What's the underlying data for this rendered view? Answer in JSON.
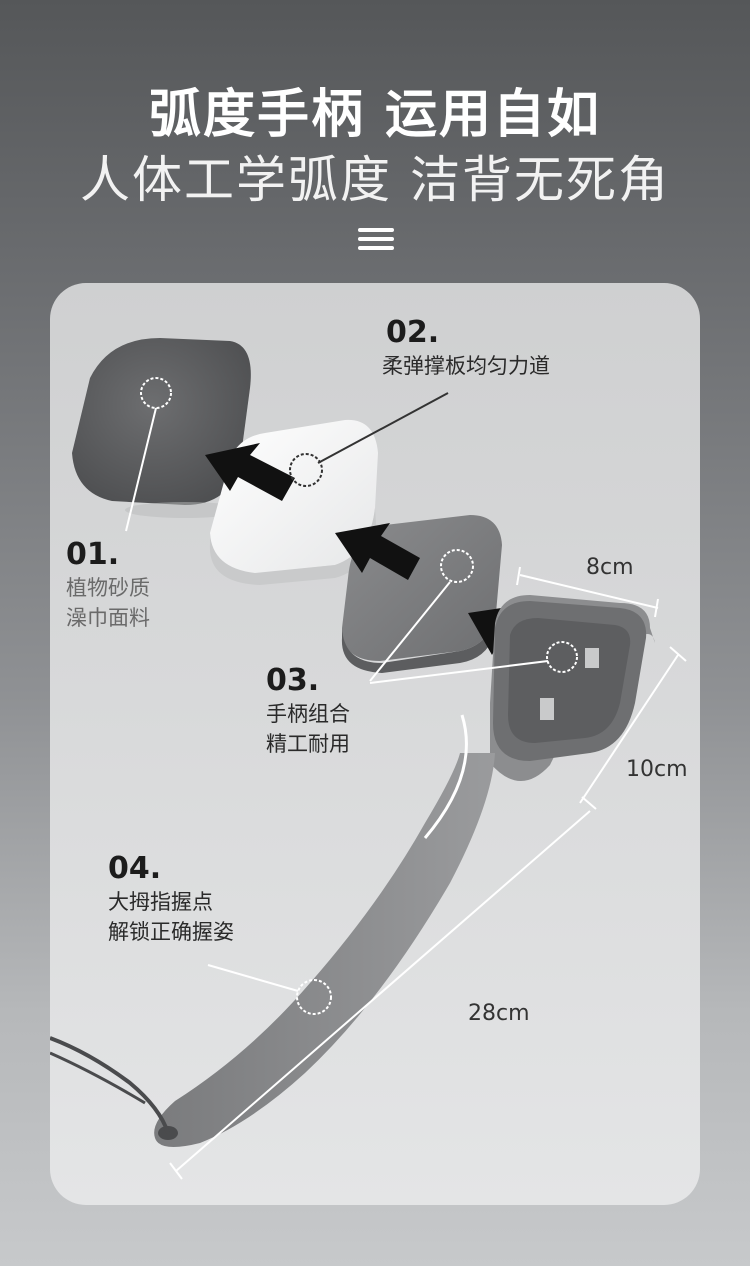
{
  "header": {
    "title": "弧度手柄 运用自如",
    "subtitle": "人体工学弧度 洁背无死角"
  },
  "callouts": [
    {
      "number": "01.",
      "lines": [
        "植物砂质",
        "澡巾面料"
      ]
    },
    {
      "number": "02.",
      "lines": [
        "柔弹撑板均匀力道"
      ]
    },
    {
      "number": "03.",
      "lines": [
        "手柄组合",
        "精工耐用"
      ]
    },
    {
      "number": "04.",
      "lines": [
        "大拇指握点",
        "解锁正确握姿"
      ]
    }
  ],
  "dimensions": {
    "width": "8cm",
    "head_length": "10cm",
    "total_length": "28cm"
  },
  "colors": {
    "sponge": "#5f6062",
    "board": "#f4f5f6",
    "pad": "#7e7f81",
    "handle": "#8c8d8f",
    "arrow": "#111111"
  },
  "icons": [
    "menu-icon",
    "arrow-icon",
    "dashed-circle-icon"
  ]
}
